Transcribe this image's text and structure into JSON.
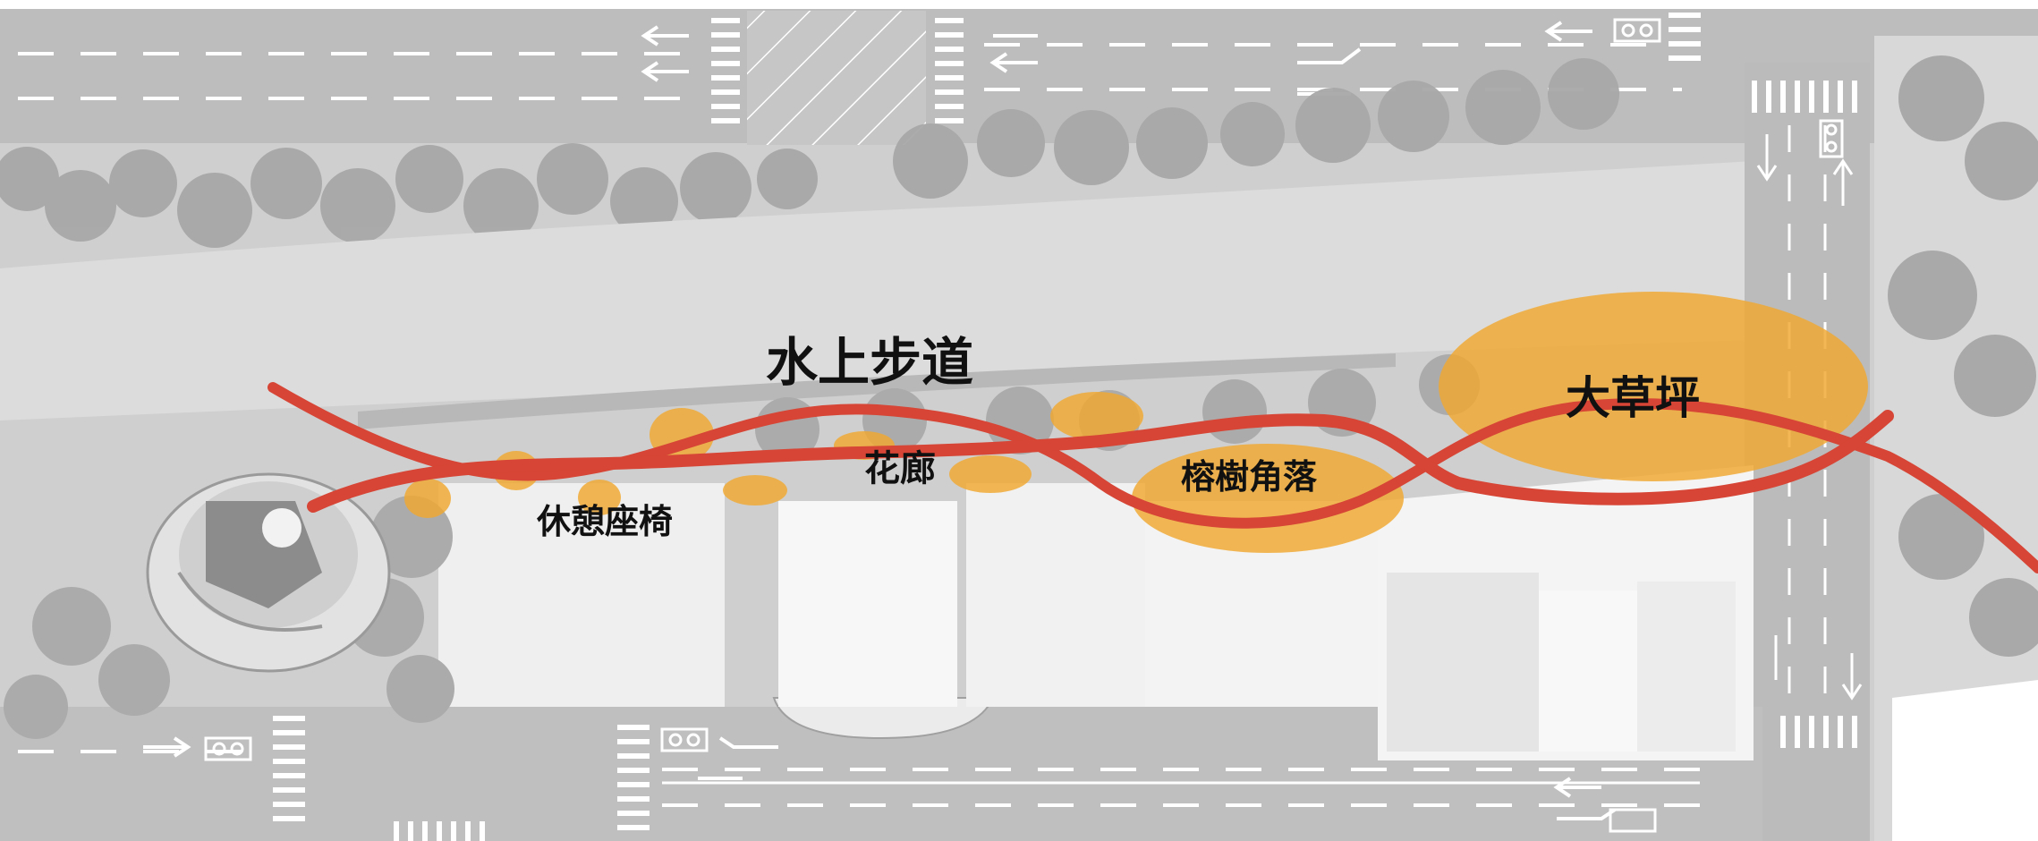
{
  "labels": {
    "title": "水上步道",
    "seating": "休憩座椅",
    "flower_corridor": "花廊",
    "banyan_corner": "榕樹角落",
    "big_lawn": "大草坪"
  },
  "colors": {
    "route": "#d64535",
    "zone": "#f0a830",
    "ground": "#cdcdcd",
    "road": "#bdbdbd",
    "building": "#f4f4f4",
    "tree": "#a8a8a8"
  },
  "icons": [
    "road-arrow-icon",
    "bicycle-lane-icon",
    "crosswalk-icon",
    "tree-icon"
  ]
}
